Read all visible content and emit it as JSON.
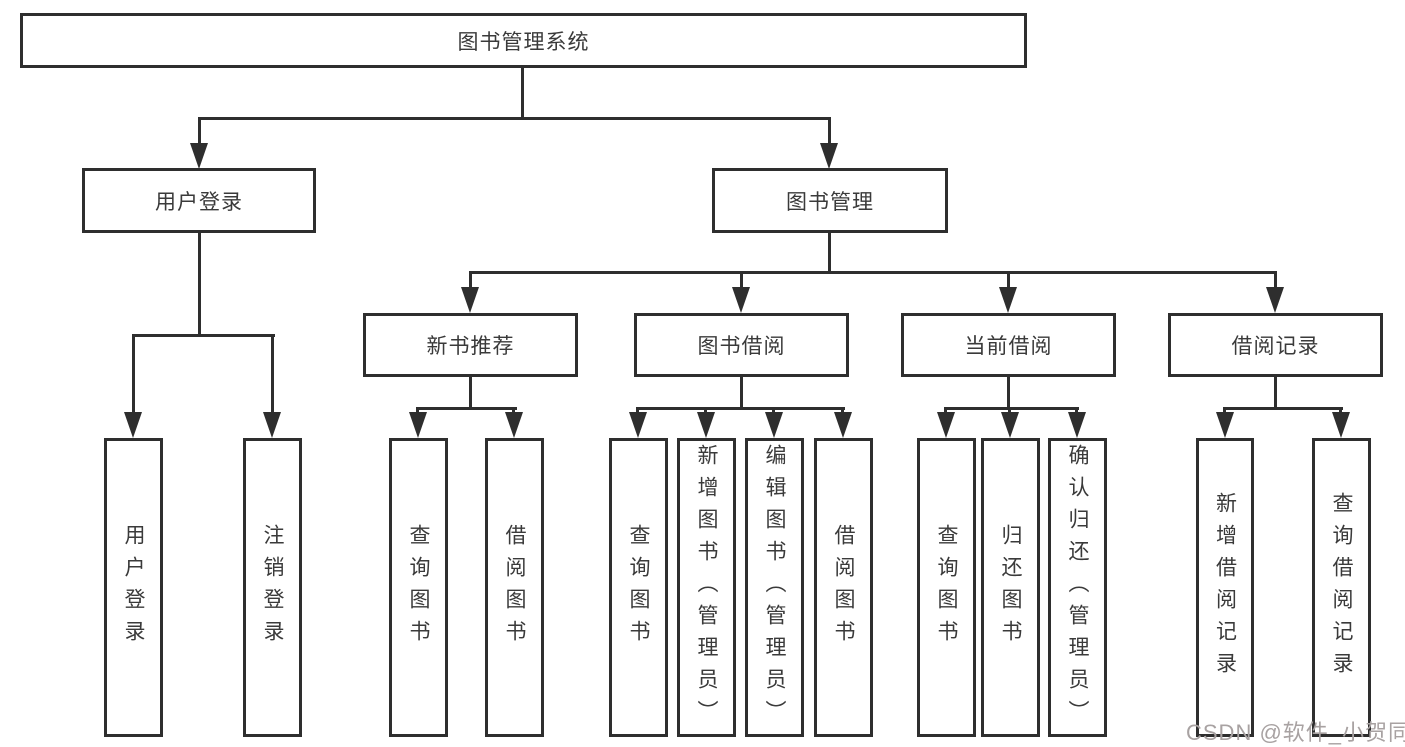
{
  "diagram_title": "图书管理系统",
  "colors": {
    "line": "#2e2e2e",
    "text": "#3a3a3a",
    "background": "#ffffff",
    "watermark": "#a8a2a2"
  },
  "nodes": {
    "root": {
      "label": "图书管理系统"
    },
    "level2": [
      {
        "label": "用户登录"
      },
      {
        "label": "图书管理"
      }
    ],
    "level3": [
      {
        "label": "新书推荐",
        "parent": "图书管理"
      },
      {
        "label": "图书借阅",
        "parent": "图书管理"
      },
      {
        "label": "当前借阅",
        "parent": "图书管理"
      },
      {
        "label": "借阅记录",
        "parent": "图书管理"
      }
    ],
    "leaves": [
      {
        "label": "用户登录",
        "parent": "用户登录"
      },
      {
        "label": "注销登录",
        "parent": "用户登录"
      },
      {
        "label": "查询图书",
        "parent": "新书推荐"
      },
      {
        "label": "借阅图书",
        "parent": "新书推荐"
      },
      {
        "label": "查询图书",
        "parent": "图书借阅"
      },
      {
        "label": "新增图书（管理员）",
        "parent": "图书借阅"
      },
      {
        "label": "编辑图书（管理员）",
        "parent": "图书借阅"
      },
      {
        "label": "借阅图书",
        "parent": "图书借阅"
      },
      {
        "label": "查询图书",
        "parent": "当前借阅"
      },
      {
        "label": "归还图书",
        "parent": "当前借阅"
      },
      {
        "label": "确认归还（管理员）",
        "parent": "当前借阅"
      },
      {
        "label": "新增借阅记录",
        "parent": "借阅记录"
      },
      {
        "label": "查询借阅记录",
        "parent": "借阅记录"
      }
    ]
  },
  "watermark": "CSDN @软件_小贺同学"
}
